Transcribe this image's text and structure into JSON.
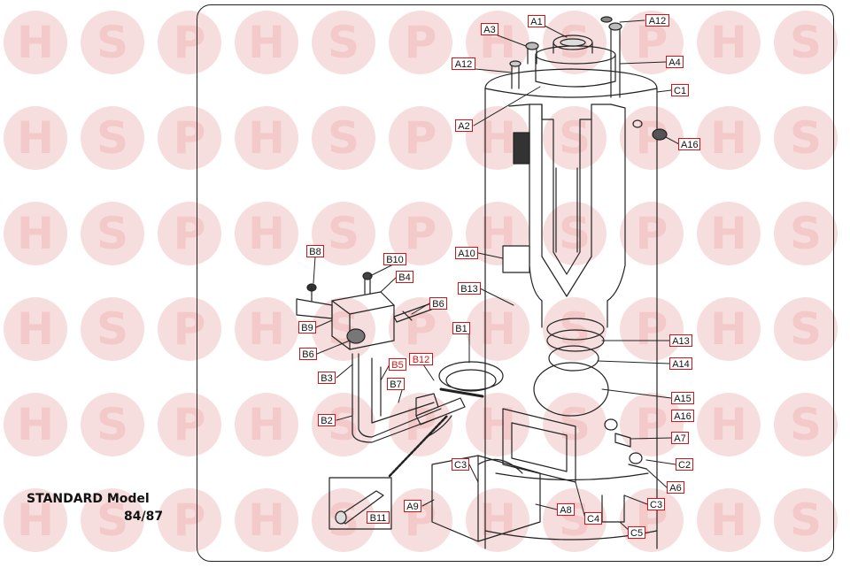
{
  "watermark": {
    "letters": [
      "H",
      "S",
      "P"
    ],
    "color": "#f3c9c9"
  },
  "model": {
    "line1": "STANDARD Model",
    "line2": "84/87"
  },
  "labels": [
    {
      "id": "A1",
      "text": "A1"
    },
    {
      "id": "A3",
      "text": "A3"
    },
    {
      "id": "A12a",
      "text": "A12"
    },
    {
      "id": "A12b",
      "text": "A12"
    },
    {
      "id": "A4",
      "text": "A4"
    },
    {
      "id": "C1",
      "text": "C1"
    },
    {
      "id": "A2",
      "text": "A2"
    },
    {
      "id": "A16a",
      "text": "A16"
    },
    {
      "id": "A10",
      "text": "A10"
    },
    {
      "id": "B13",
      "text": "B13"
    },
    {
      "id": "B8",
      "text": "B8"
    },
    {
      "id": "B10",
      "text": "B10"
    },
    {
      "id": "B4",
      "text": "B4"
    },
    {
      "id": "B6a",
      "text": "B6"
    },
    {
      "id": "B9",
      "text": "B9"
    },
    {
      "id": "B6b",
      "text": "B6"
    },
    {
      "id": "B1",
      "text": "B1"
    },
    {
      "id": "A13",
      "text": "A13"
    },
    {
      "id": "A14",
      "text": "A14"
    },
    {
      "id": "B3",
      "text": "B3"
    },
    {
      "id": "B5",
      "text": "B5"
    },
    {
      "id": "B12",
      "text": "B12"
    },
    {
      "id": "B7",
      "text": "B7"
    },
    {
      "id": "A15",
      "text": "A15"
    },
    {
      "id": "A16b",
      "text": "A16"
    },
    {
      "id": "B2",
      "text": "B2"
    },
    {
      "id": "A7",
      "text": "A7"
    },
    {
      "id": "C2",
      "text": "C2"
    },
    {
      "id": "C3a",
      "text": "C3"
    },
    {
      "id": "A6",
      "text": "A6"
    },
    {
      "id": "C4",
      "text": "C4"
    },
    {
      "id": "C3b",
      "text": "C3"
    },
    {
      "id": "A9",
      "text": "A9"
    },
    {
      "id": "A8",
      "text": "A8"
    },
    {
      "id": "B11",
      "text": "B11"
    },
    {
      "id": "C5",
      "text": "C5"
    }
  ]
}
